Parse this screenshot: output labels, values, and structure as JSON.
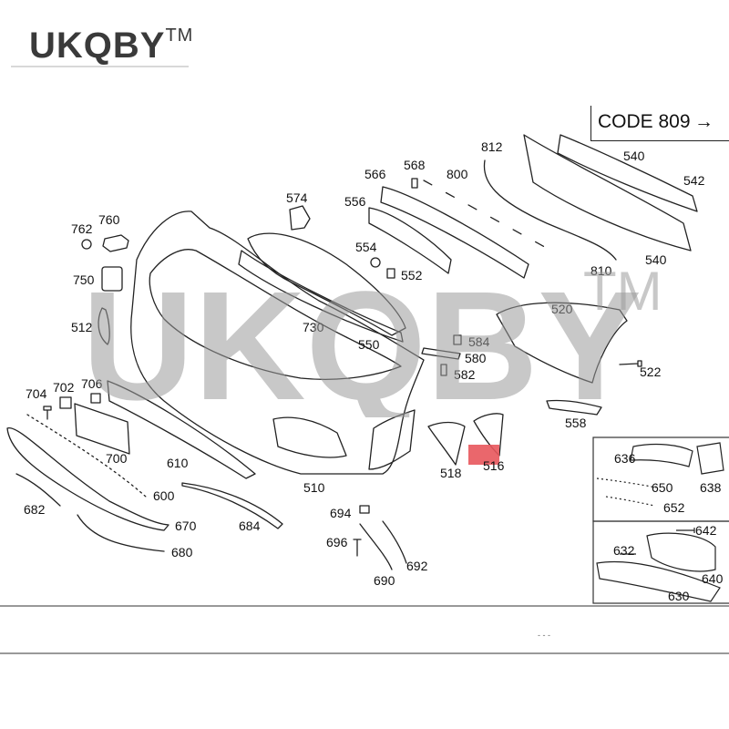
{
  "brand": {
    "name": "UKQBY",
    "tm": "TM"
  },
  "watermark": {
    "text": "UKQBY",
    "tm": "TM"
  },
  "code_note": {
    "label": "CODE 809",
    "arrow": "→"
  },
  "callouts": [
    {
      "id": "c812",
      "text": "812"
    },
    {
      "id": "c568",
      "text": "568"
    },
    {
      "id": "c800",
      "text": "800"
    },
    {
      "id": "c566",
      "text": "566"
    },
    {
      "id": "c540a",
      "text": "540"
    },
    {
      "id": "c542",
      "text": "542"
    },
    {
      "id": "c574",
      "text": "574"
    },
    {
      "id": "c556",
      "text": "556"
    },
    {
      "id": "c760",
      "text": "760"
    },
    {
      "id": "c762",
      "text": "762"
    },
    {
      "id": "c554",
      "text": "554"
    },
    {
      "id": "c552",
      "text": "552"
    },
    {
      "id": "c540b",
      "text": "540"
    },
    {
      "id": "c810",
      "text": "810"
    },
    {
      "id": "c750",
      "text": "750"
    },
    {
      "id": "c520",
      "text": "520"
    },
    {
      "id": "c512",
      "text": "512"
    },
    {
      "id": "c730",
      "text": "730"
    },
    {
      "id": "c550",
      "text": "550"
    },
    {
      "id": "c584",
      "text": "584"
    },
    {
      "id": "c580",
      "text": "580"
    },
    {
      "id": "c582",
      "text": "582"
    },
    {
      "id": "c522",
      "text": "522"
    },
    {
      "id": "c706",
      "text": "706"
    },
    {
      "id": "c702",
      "text": "702"
    },
    {
      "id": "c704",
      "text": "704"
    },
    {
      "id": "c558",
      "text": "558"
    },
    {
      "id": "c700",
      "text": "700"
    },
    {
      "id": "c610",
      "text": "610"
    },
    {
      "id": "c636",
      "text": "636"
    },
    {
      "id": "c518",
      "text": "518"
    },
    {
      "id": "c516",
      "text": "516"
    },
    {
      "id": "c650",
      "text": "650"
    },
    {
      "id": "c638",
      "text": "638"
    },
    {
      "id": "c510",
      "text": "510"
    },
    {
      "id": "c600",
      "text": "600"
    },
    {
      "id": "c682",
      "text": "682"
    },
    {
      "id": "c652",
      "text": "652"
    },
    {
      "id": "c694",
      "text": "694"
    },
    {
      "id": "c670",
      "text": "670"
    },
    {
      "id": "c684",
      "text": "684"
    },
    {
      "id": "c642",
      "text": "642"
    },
    {
      "id": "c696",
      "text": "696"
    },
    {
      "id": "c680",
      "text": "680"
    },
    {
      "id": "c632",
      "text": "632"
    },
    {
      "id": "c692",
      "text": "692"
    },
    {
      "id": "c640",
      "text": "640"
    },
    {
      "id": "c690",
      "text": "690"
    },
    {
      "id": "c630",
      "text": "630"
    }
  ],
  "colors": {
    "line": "#222222",
    "watermark": "#9a9a9a",
    "highlight": "#e8575c"
  }
}
